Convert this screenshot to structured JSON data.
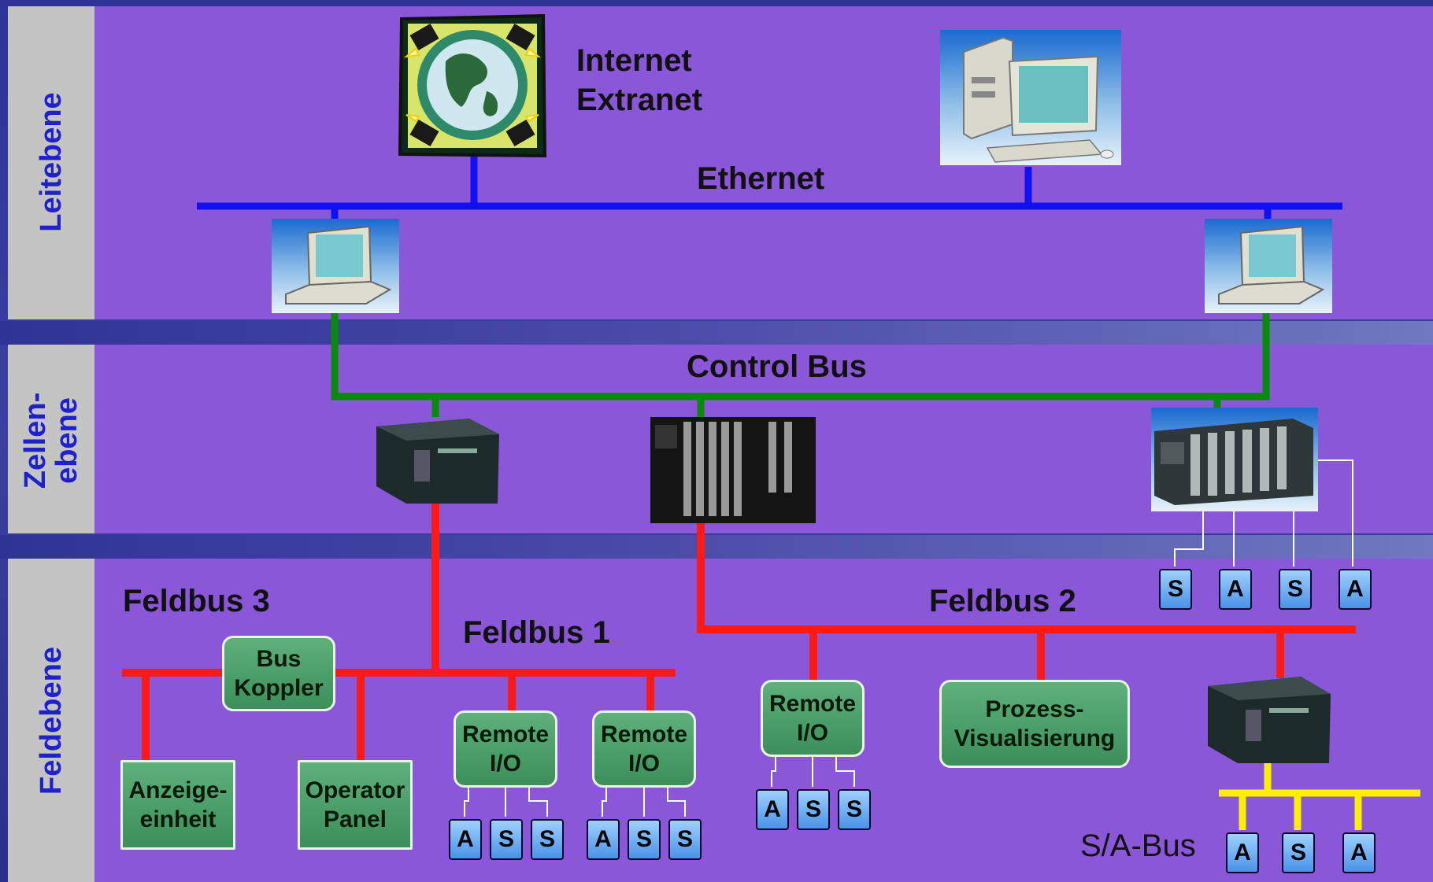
{
  "levels": {
    "leit": "Leitebene",
    "zellen_1": "Zellen-",
    "zellen_2": "ebene",
    "feld": "Feldebene"
  },
  "network": {
    "internet_1": "Internet",
    "internet_2": "Extranet",
    "ethernet": "Ethernet",
    "control_bus": "Control Bus",
    "feldbus_3": "Feldbus 3",
    "feldbus_1": "Feldbus 1",
    "feldbus_2": "Feldbus 2",
    "sa_bus": "S/A-Bus"
  },
  "boxes": {
    "bus_koppler": [
      "Bus",
      "Koppler"
    ],
    "anzeige": [
      "Anzeige-",
      "einheit"
    ],
    "operator": [
      "Operator",
      "Panel"
    ],
    "remote1": [
      "Remote",
      "I/O"
    ],
    "remote2": [
      "Remote",
      "I/O"
    ],
    "remote3": [
      "Remote",
      "I/O"
    ],
    "prozess": [
      "Prozess-",
      "Visualisierung"
    ]
  },
  "sa_groups": {
    "remote1": [
      "A",
      "S",
      "S"
    ],
    "remote2": [
      "A",
      "S",
      "S"
    ],
    "remote3": [
      "A",
      "S",
      "S"
    ],
    "rack": [
      "S",
      "A",
      "S",
      "A"
    ],
    "sabus": [
      "A",
      "S",
      "A"
    ]
  },
  "colors": {
    "ethernet": "#1010f0",
    "control_bus": "#0a8a0a",
    "feldbus": "#ff1a1a",
    "sa_bus": "#ffee00"
  },
  "icons": [
    "globe-icon",
    "desktop-computer-icon",
    "laptop-icon",
    "plc-icon",
    "rack-plc-icon"
  ]
}
